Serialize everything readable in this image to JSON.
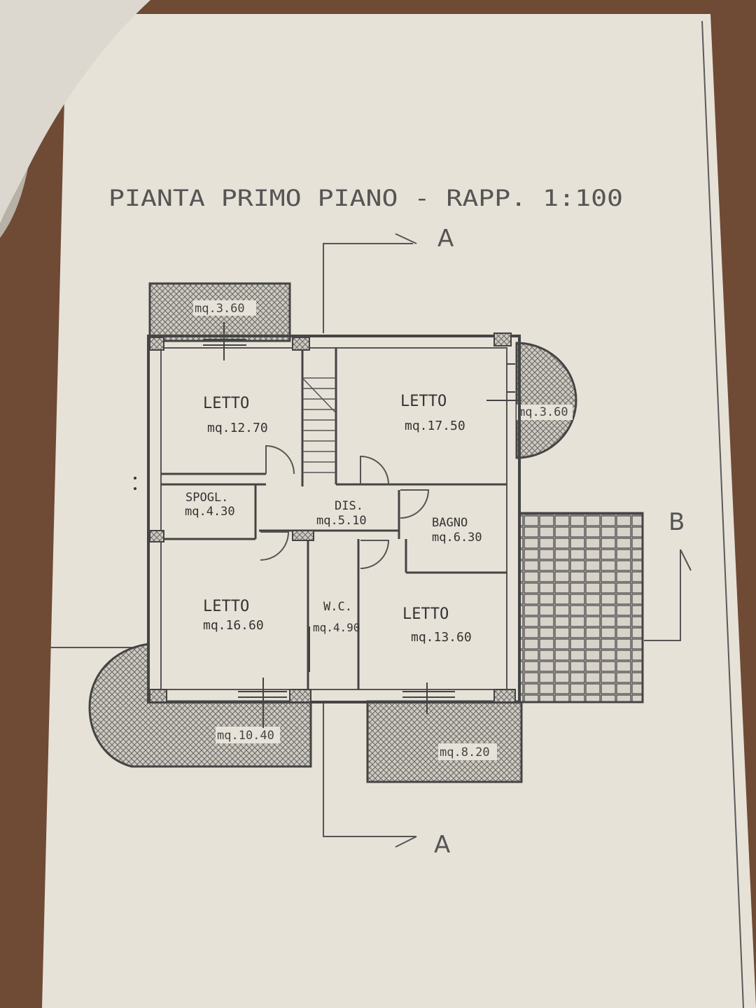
{
  "title": "PIANTA PRIMO PIANO - RAPP. 1:100",
  "section_marks": {
    "a_top": "A",
    "a_bottom": "A",
    "b": "B"
  },
  "rooms": {
    "letto_nw": {
      "name": "LETTO",
      "area": "mq.12.70"
    },
    "letto_ne": {
      "name": "LETTO",
      "area": "mq.17.50"
    },
    "spogl": {
      "name": "SPOGL.",
      "area": "mq.4.30"
    },
    "dis": {
      "name": "DIS.",
      "area": "mq.5.10"
    },
    "bagno": {
      "name": "BAGNO",
      "area": "mq.6.30"
    },
    "letto_sw": {
      "name": "LETTO",
      "area": "mq.16.60"
    },
    "wc": {
      "name": "W.C.",
      "area": "mq.4.90"
    },
    "letto_se": {
      "name": "LETTO",
      "area": "mq.13.60"
    }
  },
  "balconies": {
    "top": "mq.3.60",
    "east": "mq.3.60",
    "southwest": "mq.10.40",
    "south": "mq.8.20"
  },
  "colors": {
    "paper": "#e7e2d8",
    "line": "#4a4a4a",
    "wood": "#6f4a35"
  }
}
